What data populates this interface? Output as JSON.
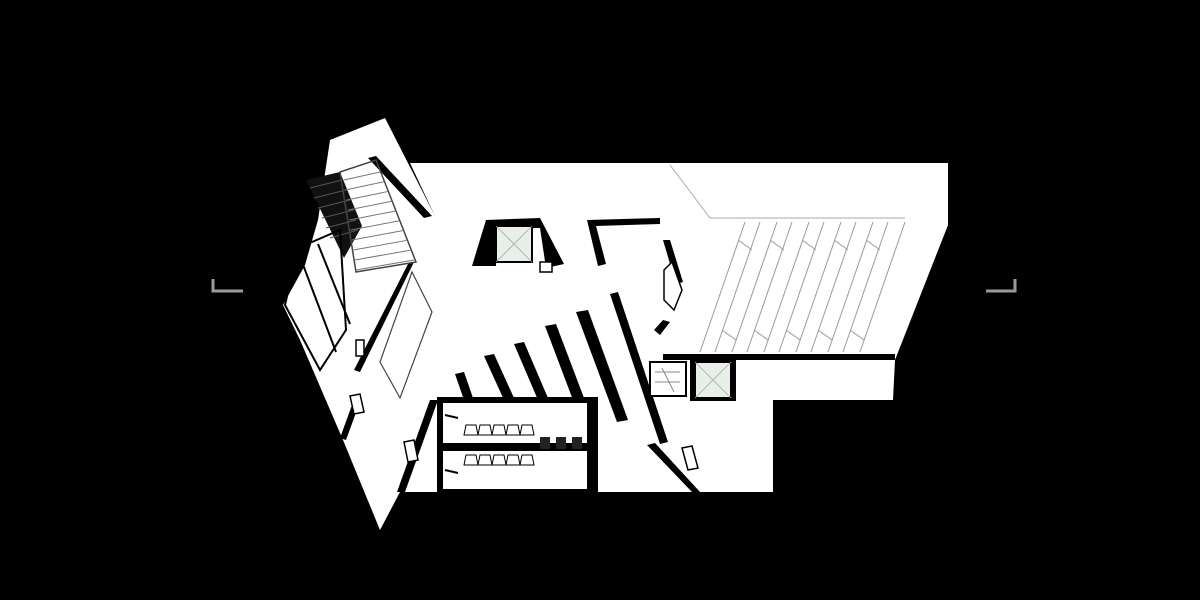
{
  "drawing": {
    "type": "architectural floor plan",
    "background_color": "#000000",
    "floor_color": "#ffffff",
    "elevator_fill_color": "#e8efe9",
    "stair_tread_count": 10,
    "toilet_stall_count": 5
  }
}
